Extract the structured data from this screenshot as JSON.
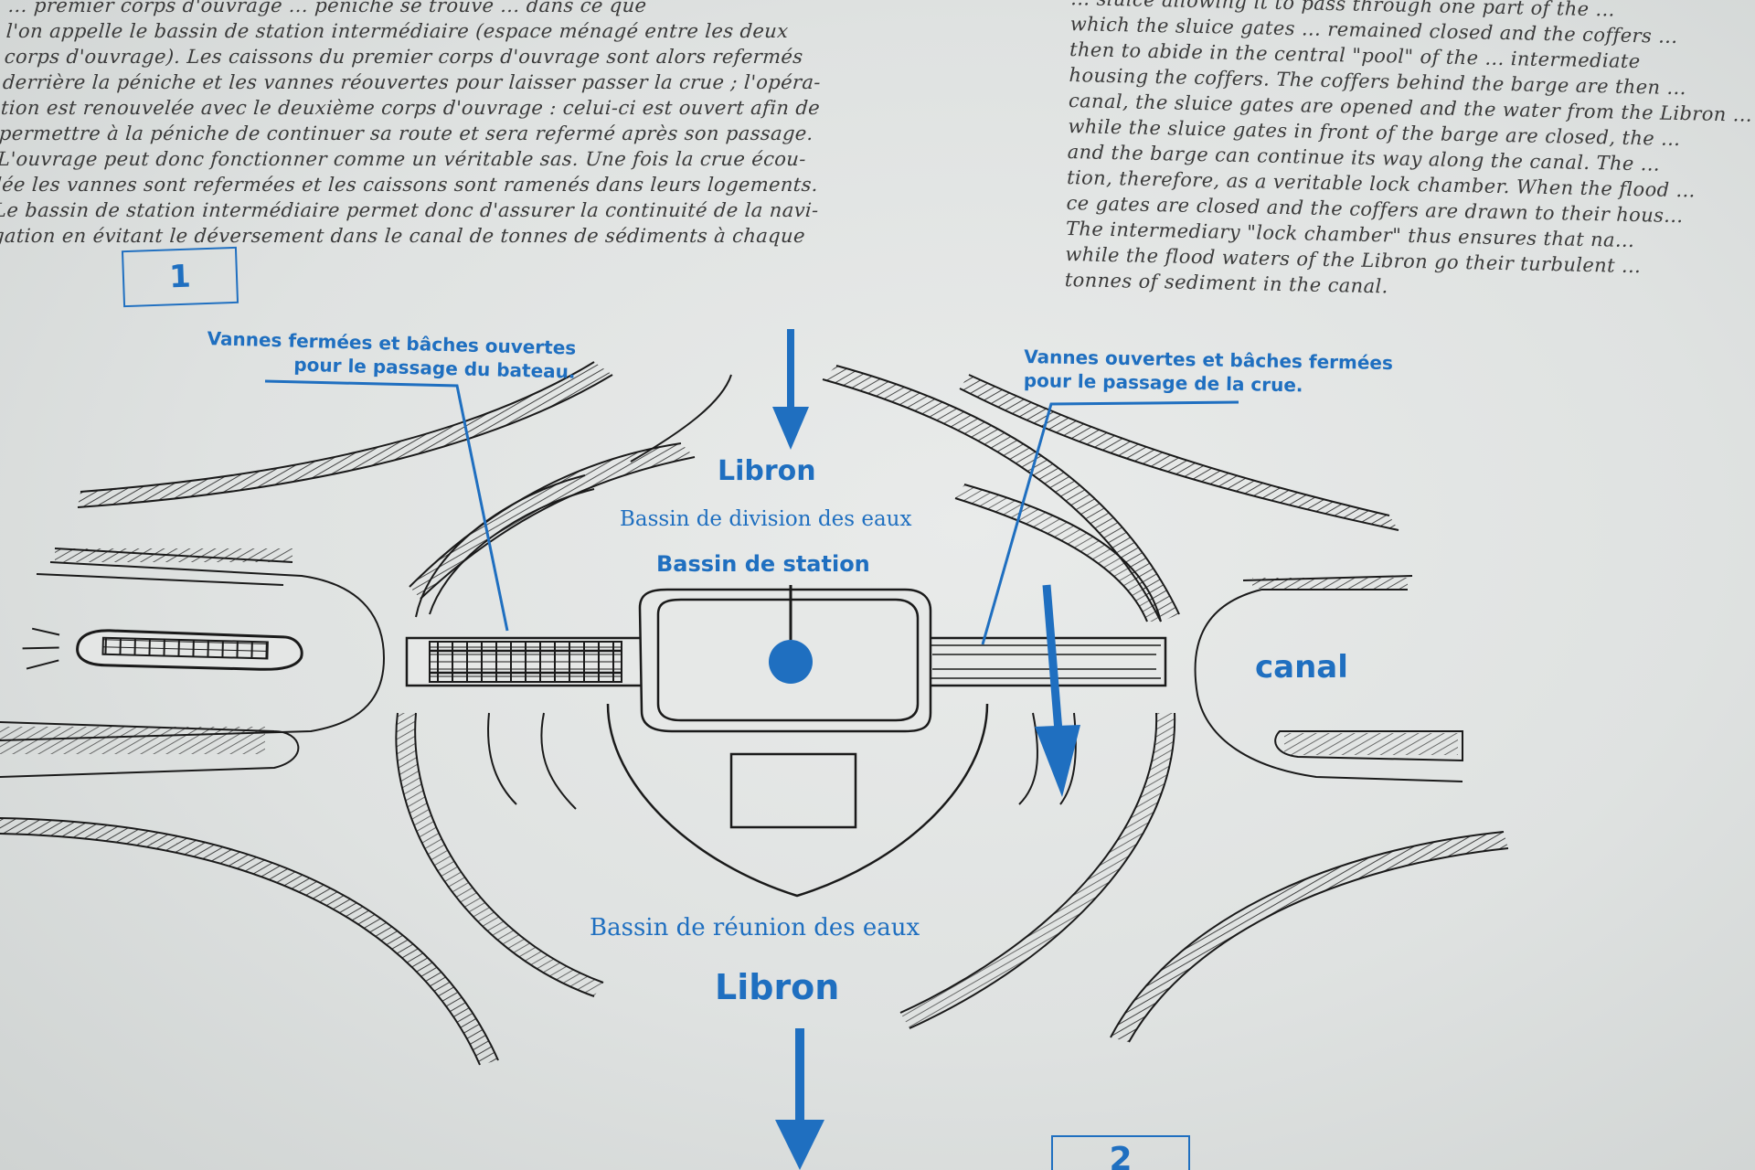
{
  "french_text_lines": [
    "... premier corps d'ouvrage ... péniche se trouve ... dans ce que",
    "l'on appelle le bassin de station intermédiaire (espace ménagé entre les deux",
    "corps d'ouvrage). Les caissons du premier corps d'ouvrage sont alors refermés",
    "derrière la péniche et les vannes réouvertes pour laisser passer la crue ; l'opéra-",
    "tion est renouvelée avec le deuxième corps d'ouvrage : celui-ci est ouvert afin de",
    "permettre à la péniche de continuer sa route et sera refermé après son passage.",
    "L'ouvrage peut donc fonctionner comme un véritable sas. Une fois la crue écou-",
    "lée les vannes sont refermées et les caissons sont ramenés dans leurs logements.",
    "Le bassin de station intermédiaire permet donc d'assurer la continuité de la navi-",
    "gation en évitant le déversement dans le canal de tonnes de sédiments à chaque"
  ],
  "english_text_lines": [
    "... sluice allowing it to pass through one part of the ...",
    "which the sluice gates ... remained closed and the coffers ...",
    "then to abide in the central \"pool\" of the ... intermediate",
    "housing the coffers. The coffers behind the barge are then ...",
    "canal, the sluice gates are opened and the water from the Libron ...",
    "while the sluice gates in front of the barge are closed, the ...",
    "and the barge can continue its way along the canal. The ...",
    "tion, therefore, as a veritable lock chamber. When the flood ...",
    "ce gates are closed and the coffers are drawn to their hous...",
    "The intermediary \"lock chamber\" thus ensures that na...",
    "while the flood waters of the Libron go their turbulent ...",
    "tonnes of sediment in the canal."
  ],
  "panel_numbers": {
    "first": "1",
    "second": "2"
  },
  "callouts": {
    "left_line1": "Vannes fermées et bâches ouvertes",
    "left_line2": "pour le passage du bateau.",
    "right_line1": "Vannes ouvertes et bâches fermées",
    "right_line2": "pour le passage de la crue."
  },
  "labels": {
    "libron_top": "Libron",
    "division": "Bassin de division des eaux",
    "station": "Bassin de station",
    "reunion": "Bassin de réunion des eaux",
    "libron_bottom": "Libron",
    "canal": "canal"
  },
  "colors": {
    "ink_blue": "#1f6fc0",
    "line_black": "#1a1a1a",
    "panel_bg": "#e4e6e5"
  }
}
